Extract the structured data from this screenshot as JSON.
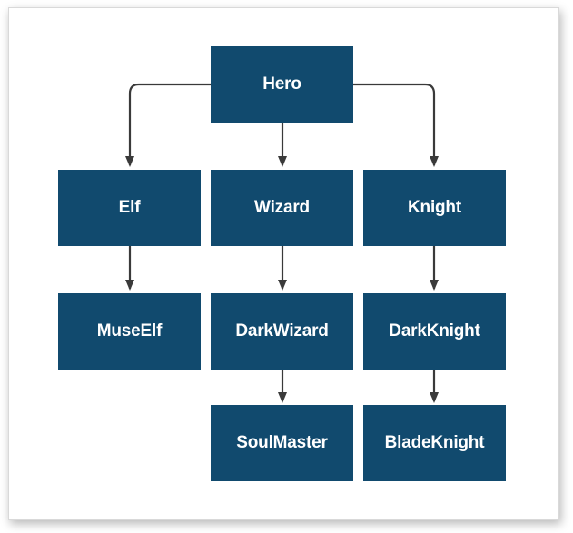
{
  "colors": {
    "node_fill": "#114a6e",
    "node_text": "#ffffff",
    "edge": "#3a3a3a"
  },
  "nodes": {
    "hero": {
      "label": "Hero"
    },
    "elf": {
      "label": "Elf"
    },
    "wizard": {
      "label": "Wizard"
    },
    "knight": {
      "label": "Knight"
    },
    "museelf": {
      "label": "MuseElf"
    },
    "darkwizard": {
      "label": "DarkWizard"
    },
    "darkknight": {
      "label": "DarkKnight"
    },
    "soulmaster": {
      "label": "SoulMaster"
    },
    "bladeknight": {
      "label": "BladeKnight"
    }
  },
  "edges": [
    {
      "from": "hero",
      "to": "elf"
    },
    {
      "from": "hero",
      "to": "wizard"
    },
    {
      "from": "hero",
      "to": "knight"
    },
    {
      "from": "elf",
      "to": "museelf"
    },
    {
      "from": "wizard",
      "to": "darkwizard"
    },
    {
      "from": "knight",
      "to": "darkknight"
    },
    {
      "from": "darkwizard",
      "to": "soulmaster"
    },
    {
      "from": "darkknight",
      "to": "bladeknight"
    }
  ]
}
